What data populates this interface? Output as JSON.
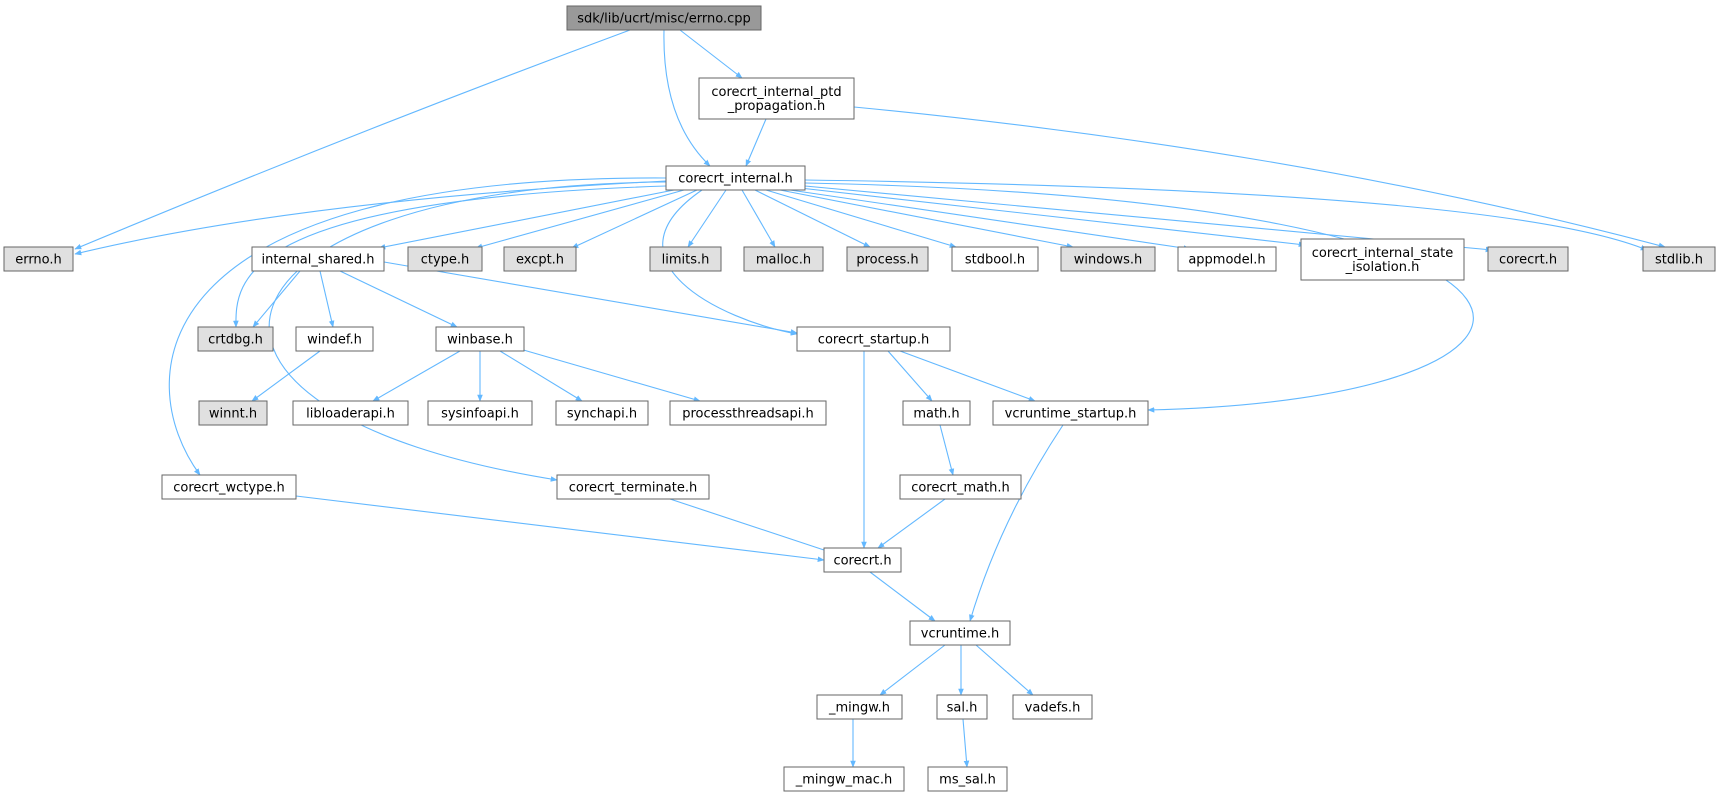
{
  "diagram": {
    "colors": {
      "edge": "#63b8ff",
      "node_border": "#666666",
      "root_fill": "#999999",
      "external_fill": "#e0e0e0",
      "internal_fill": "#ffffff"
    },
    "nodes": [
      {
        "id": "errno_cpp",
        "lines": [
          "sdk/lib/ucrt/misc/errno.cpp"
        ],
        "kind": "root"
      },
      {
        "id": "ptd_prop",
        "lines": [
          "corecrt_internal_ptd",
          "_propagation.h"
        ],
        "kind": "internal"
      },
      {
        "id": "corecrt_internal",
        "lines": [
          "corecrt_internal.h"
        ],
        "kind": "internal"
      },
      {
        "id": "errno_h",
        "lines": [
          "errno.h"
        ],
        "kind": "external"
      },
      {
        "id": "stdlib_h",
        "lines": [
          "stdlib.h"
        ],
        "kind": "external"
      },
      {
        "id": "internal_shared",
        "lines": [
          "internal_shared.h"
        ],
        "kind": "internal"
      },
      {
        "id": "ctype_h",
        "lines": [
          "ctype.h"
        ],
        "kind": "external"
      },
      {
        "id": "excpt_h",
        "lines": [
          "excpt.h"
        ],
        "kind": "external"
      },
      {
        "id": "limits_h",
        "lines": [
          "limits.h"
        ],
        "kind": "external"
      },
      {
        "id": "malloc_h",
        "lines": [
          "malloc.h"
        ],
        "kind": "external"
      },
      {
        "id": "process_h",
        "lines": [
          "process.h"
        ],
        "kind": "external"
      },
      {
        "id": "stdbool_h",
        "lines": [
          "stdbool.h"
        ],
        "kind": "internal"
      },
      {
        "id": "windows_h",
        "lines": [
          "windows.h"
        ],
        "kind": "external"
      },
      {
        "id": "appmodel_h",
        "lines": [
          "appmodel.h"
        ],
        "kind": "internal"
      },
      {
        "id": "state_iso",
        "lines": [
          "corecrt_internal_state",
          "_isolation.h"
        ],
        "kind": "internal"
      },
      {
        "id": "corecrt_gray",
        "lines": [
          "corecrt.h"
        ],
        "kind": "external"
      },
      {
        "id": "crtdbg_h",
        "lines": [
          "crtdbg.h"
        ],
        "kind": "external"
      },
      {
        "id": "windef_h",
        "lines": [
          "windef.h"
        ],
        "kind": "internal"
      },
      {
        "id": "winbase_h",
        "lines": [
          "winbase.h"
        ],
        "kind": "internal"
      },
      {
        "id": "corecrt_startup",
        "lines": [
          "corecrt_startup.h"
        ],
        "kind": "internal"
      },
      {
        "id": "winnt_h",
        "lines": [
          "winnt.h"
        ],
        "kind": "external"
      },
      {
        "id": "libloaderapi",
        "lines": [
          "libloaderapi.h"
        ],
        "kind": "internal"
      },
      {
        "id": "sysinfoapi",
        "lines": [
          "sysinfoapi.h"
        ],
        "kind": "internal"
      },
      {
        "id": "synchapi",
        "lines": [
          "synchapi.h"
        ],
        "kind": "internal"
      },
      {
        "id": "processthreadsapi",
        "lines": [
          "processthreadsapi.h"
        ],
        "kind": "internal"
      },
      {
        "id": "math_h",
        "lines": [
          "math.h"
        ],
        "kind": "internal"
      },
      {
        "id": "vcruntime_startup",
        "lines": [
          "vcruntime_startup.h"
        ],
        "kind": "internal"
      },
      {
        "id": "corecrt_wctype",
        "lines": [
          "corecrt_wctype.h"
        ],
        "kind": "internal"
      },
      {
        "id": "corecrt_terminate",
        "lines": [
          "corecrt_terminate.h"
        ],
        "kind": "internal"
      },
      {
        "id": "corecrt_math",
        "lines": [
          "corecrt_math.h"
        ],
        "kind": "internal"
      },
      {
        "id": "corecrt_h",
        "lines": [
          "corecrt.h"
        ],
        "kind": "internal"
      },
      {
        "id": "vcruntime_h",
        "lines": [
          "vcruntime.h"
        ],
        "kind": "internal"
      },
      {
        "id": "mingw_h",
        "lines": [
          "_mingw.h"
        ],
        "kind": "internal"
      },
      {
        "id": "sal_h",
        "lines": [
          "sal.h"
        ],
        "kind": "internal"
      },
      {
        "id": "vadefs_h",
        "lines": [
          "vadefs.h"
        ],
        "kind": "internal"
      },
      {
        "id": "mingw_mac",
        "lines": [
          "_mingw_mac.h"
        ],
        "kind": "internal"
      },
      {
        "id": "ms_sal",
        "lines": [
          "ms_sal.h"
        ],
        "kind": "internal"
      }
    ],
    "edges": [
      [
        "errno_cpp",
        "errno_h"
      ],
      [
        "errno_cpp",
        "corecrt_internal"
      ],
      [
        "errno_cpp",
        "ptd_prop"
      ],
      [
        "ptd_prop",
        "corecrt_internal"
      ],
      [
        "ptd_prop",
        "stdlib_h"
      ],
      [
        "corecrt_internal",
        "errno_h"
      ],
      [
        "corecrt_internal",
        "corecrt_wctype"
      ],
      [
        "corecrt_internal",
        "corecrt_terminate"
      ],
      [
        "corecrt_internal",
        "crtdbg_h"
      ],
      [
        "corecrt_internal",
        "internal_shared"
      ],
      [
        "corecrt_internal",
        "ctype_h"
      ],
      [
        "corecrt_internal",
        "excpt_h"
      ],
      [
        "corecrt_internal",
        "corecrt_startup"
      ],
      [
        "corecrt_internal",
        "limits_h"
      ],
      [
        "corecrt_internal",
        "malloc_h"
      ],
      [
        "corecrt_internal",
        "process_h"
      ],
      [
        "corecrt_internal",
        "stdbool_h"
      ],
      [
        "corecrt_internal",
        "windows_h"
      ],
      [
        "corecrt_internal",
        "appmodel_h"
      ],
      [
        "corecrt_internal",
        "state_iso"
      ],
      [
        "corecrt_internal",
        "corecrt_gray"
      ],
      [
        "corecrt_internal",
        "vcruntime_startup"
      ],
      [
        "corecrt_internal",
        "stdlib_h"
      ],
      [
        "internal_shared",
        "crtdbg_h"
      ],
      [
        "internal_shared",
        "windef_h"
      ],
      [
        "internal_shared",
        "winbase_h"
      ],
      [
        "internal_shared",
        "corecrt_startup"
      ],
      [
        "windef_h",
        "winnt_h"
      ],
      [
        "winbase_h",
        "libloaderapi"
      ],
      [
        "winbase_h",
        "sysinfoapi"
      ],
      [
        "winbase_h",
        "synchapi"
      ],
      [
        "winbase_h",
        "processthreadsapi"
      ],
      [
        "corecrt_startup",
        "corecrt_h"
      ],
      [
        "corecrt_startup",
        "math_h"
      ],
      [
        "corecrt_startup",
        "vcruntime_startup"
      ],
      [
        "math_h",
        "corecrt_math"
      ],
      [
        "corecrt_math",
        "corecrt_h"
      ],
      [
        "corecrt_wctype",
        "corecrt_h"
      ],
      [
        "corecrt_terminate",
        "corecrt_h"
      ],
      [
        "vcruntime_startup",
        "vcruntime_h"
      ],
      [
        "corecrt_h",
        "vcruntime_h"
      ],
      [
        "vcruntime_h",
        "mingw_h"
      ],
      [
        "vcruntime_h",
        "sal_h"
      ],
      [
        "vcruntime_h",
        "vadefs_h"
      ],
      [
        "mingw_h",
        "mingw_mac"
      ],
      [
        "sal_h",
        "ms_sal"
      ]
    ]
  }
}
